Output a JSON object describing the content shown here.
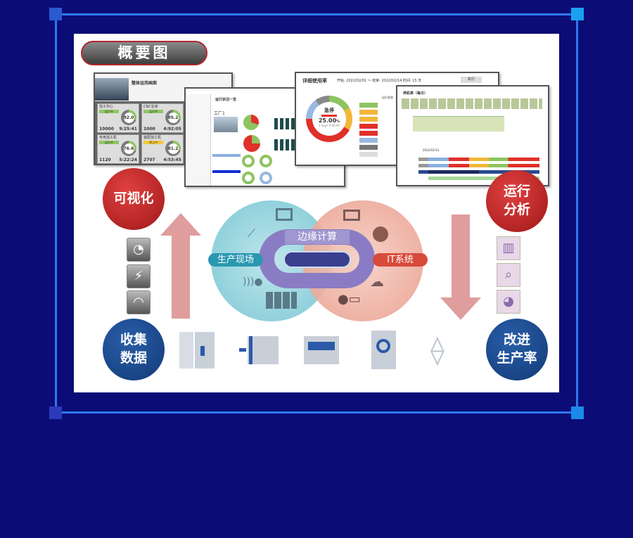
{
  "badge": {
    "title": "概要图"
  },
  "circles": {
    "visualize": "可视化",
    "analyze_1": "运行",
    "analyze_2": "分析",
    "collect_1": "收集",
    "collect_2": "数据",
    "improve_1": "改进",
    "improve_2": "生产率"
  },
  "diagram": {
    "center": "边缘计算",
    "left": "生产现场",
    "right": "IT系统"
  },
  "screen1": {
    "title": "整体运用画面",
    "cards": [
      {
        "label": "加工中心",
        "status": "运行中",
        "value": "92.0",
        "count": "10000",
        "time": "9:25:41"
      },
      {
        "label": "CNC车床",
        "status": "运行中",
        "value": "85.2",
        "count": "1000",
        "time": "4:92:05"
      },
      {
        "label": "专用加工机",
        "status": "运行中",
        "value": "76.6",
        "count": "1120",
        "time": "5:22:24"
      },
      {
        "label": "装配加工机",
        "status": "停止中",
        "value": "81.2",
        "count": "2707",
        "time": "4:53:45"
      }
    ]
  },
  "screen2": {
    "title": "运行状况一览",
    "factory": "工厂1"
  },
  "screen3": {
    "title": "详细使用率",
    "start_label": "开始:",
    "start": "2022/02/01",
    "end_label": "～ 结束:",
    "end": "2022/02/14",
    "period_label": "时间:",
    "period": "15",
    "period_unit": "天",
    "run": "执行",
    "status": "急停",
    "percent": "25.00",
    "unit": "%",
    "duration": "3 days 0:00:00",
    "legend_header": "运行状态",
    "legend": [
      {
        "c": "#8dc460"
      },
      {
        "c": "#f2b73a"
      },
      {
        "c": "#f2b73a"
      },
      {
        "c": "#e0302a"
      },
      {
        "c": "#e0302a"
      },
      {
        "c": "#9ab8e0"
      },
      {
        "c": "#777777"
      },
      {
        "c": "#dddddd"
      }
    ]
  },
  "screen4": {
    "title": "停机率（每日）",
    "date": "2022/02/14"
  },
  "colors": {
    "bg": "#0b0c76",
    "frame": "#2f78f0",
    "red": "#c02020",
    "blue": "#1a4a8a"
  }
}
